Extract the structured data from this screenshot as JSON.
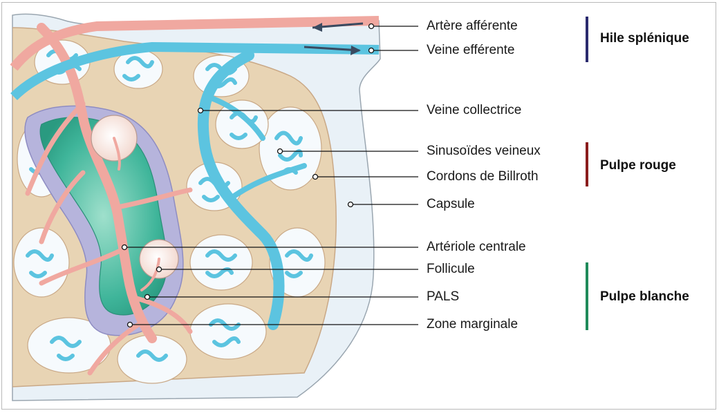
{
  "labels": {
    "artere_afferente": "Artère afférente",
    "veine_efferente": "Veine efférente",
    "veine_collectrice": "Veine collectrice",
    "sinusoides_veineux": "Sinusoïdes veineux",
    "cordons_billroth": "Cordons de Billroth",
    "capsule": "Capsule",
    "arteriole_centrale": "Artériole centrale",
    "follicule": "Follicule",
    "pals": "PALS",
    "zone_marginale": "Zone marginale"
  },
  "groups": {
    "hile": {
      "label": "Hile splénique",
      "color": "#2a2a6e"
    },
    "pulpe_rouge": {
      "label": "Pulpe rouge",
      "color": "#8a1c1c"
    },
    "pulpe_blanche": {
      "label": "Pulpe blanche",
      "color": "#1f8a5a"
    }
  },
  "colors": {
    "artery": "#f0a8a0",
    "vein": "#5cc4e0",
    "capsule": "#e9f1f7",
    "cord": "#e8d4b4",
    "follicle": "#fbeee8",
    "pals": "#3fb59a",
    "marginal": "#b6b4dc"
  }
}
